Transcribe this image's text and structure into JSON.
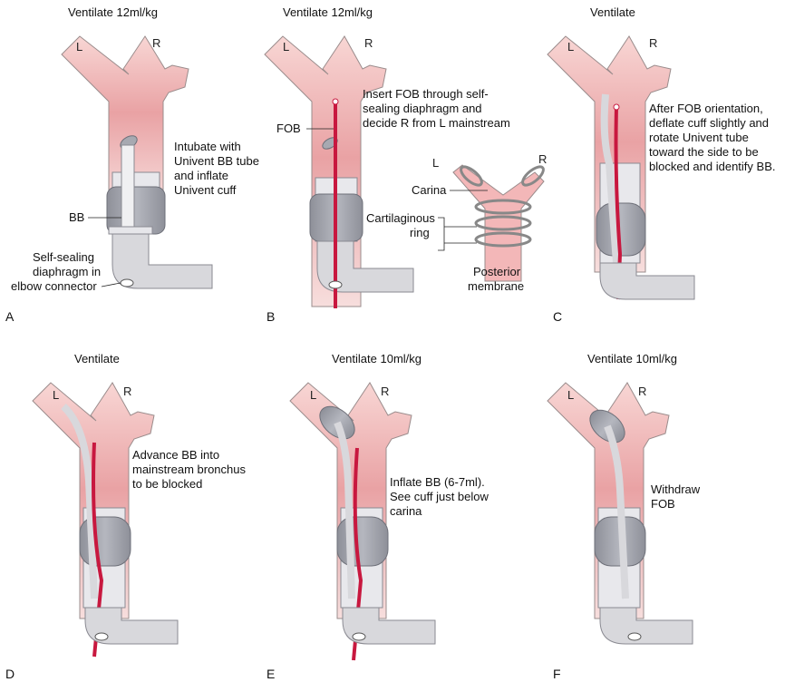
{
  "panels": [
    {
      "letter": "A",
      "title": "Ventilate 12ml/kg",
      "left_label": "L",
      "right_label": "R",
      "note": [
        "Intubate with",
        "Univent BB tube",
        "and inflate",
        "Univent cuff"
      ],
      "callouts": {
        "bb": "BB",
        "diaphragm": [
          "Self-sealing",
          "diaphragm in",
          "elbow connector"
        ]
      }
    },
    {
      "letter": "B",
      "title": "Ventilate 12ml/kg",
      "left_label": "L",
      "right_label": "R",
      "note": [
        "Insert FOB through self-",
        "sealing diaphragm and",
        "decide R from L mainstream"
      ],
      "callouts": {
        "fob": "FOB"
      },
      "inset": {
        "left_label": "L",
        "right_label": "R",
        "carina": "Carina",
        "ring": [
          "Cartilaginous",
          "ring"
        ],
        "membrane": [
          "Posterior",
          "membrane"
        ]
      }
    },
    {
      "letter": "C",
      "title": "Ventilate",
      "left_label": "L",
      "right_label": "R",
      "note": [
        "After FOB orientation,",
        "deflate cuff slightly and",
        "rotate Univent tube",
        "toward the side to be",
        "blocked and identify BB."
      ]
    },
    {
      "letter": "D",
      "title": "Ventilate",
      "left_label": "L",
      "right_label": "R",
      "note": [
        "Advance BB into",
        "mainstream bronchus",
        "to be blocked"
      ]
    },
    {
      "letter": "E",
      "title": "Ventilate 10ml/kg",
      "left_label": "L",
      "right_label": "R",
      "note": [
        "Inflate BB (6-7ml).",
        "See cuff just below",
        "carina"
      ]
    },
    {
      "letter": "F",
      "title": "Ventilate 10ml/kg",
      "left_label": "L",
      "right_label": "R",
      "note": [
        "Withdraw",
        "FOB"
      ]
    }
  ],
  "colors": {
    "airway_pink": "#f6cbc8",
    "airway_deep": "#e7a0a0",
    "tube_gray": "#d6d6da",
    "cuff_gray": "#a9abb4",
    "fob_red": "#c8183f",
    "outline": "#7d7d86"
  }
}
